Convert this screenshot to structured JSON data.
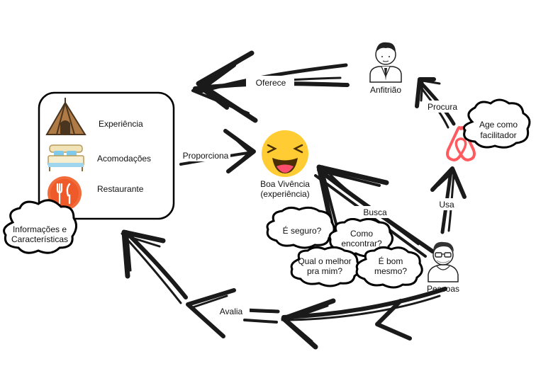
{
  "nodes": {
    "services_box": {
      "items": [
        {
          "icon": "tent-icon",
          "label": "Experiência"
        },
        {
          "icon": "bed-icon",
          "label": "Acomodações"
        },
        {
          "icon": "fork-knife-icon",
          "label": "Restaurante"
        }
      ]
    },
    "host": {
      "icon": "businessman-icon",
      "label": "Anfitrião"
    },
    "airbnb": {
      "icon": "airbnb-logo-icon"
    },
    "people": {
      "icon": "person-glasses-icon",
      "label": "Pessoas"
    },
    "emoji": {
      "icon": "laughing-emoji-icon",
      "label_line1": "Boa Vivência",
      "label_line2": "(experiência)"
    }
  },
  "clouds": {
    "info": {
      "line1": "Informações e",
      "line2": "Características"
    },
    "facilitator": {
      "line1": "Age como",
      "line2": "facilitador"
    },
    "safe": {
      "line1": "É seguro?"
    },
    "find": {
      "line1": "Como",
      "line2": "encontrar?"
    },
    "best": {
      "line1": "Qual o melhor",
      "line2": "pra mim?"
    },
    "good": {
      "line1": "É bom",
      "line2": "mesmo?"
    }
  },
  "edges": {
    "offers": "Oferece",
    "provides": "Proporciona",
    "searches_for": "Procura",
    "uses": "Usa",
    "searches": "Busca",
    "evaluates": "Avalia"
  },
  "colors": {
    "stroke": "#1a1a1a",
    "airbnb": "#ff5a5f",
    "emoji_face": "#ffcc33",
    "emoji_mouth": "#ff4d6d",
    "restaurant": "#f26b3a",
    "tent": "#b07a45"
  }
}
